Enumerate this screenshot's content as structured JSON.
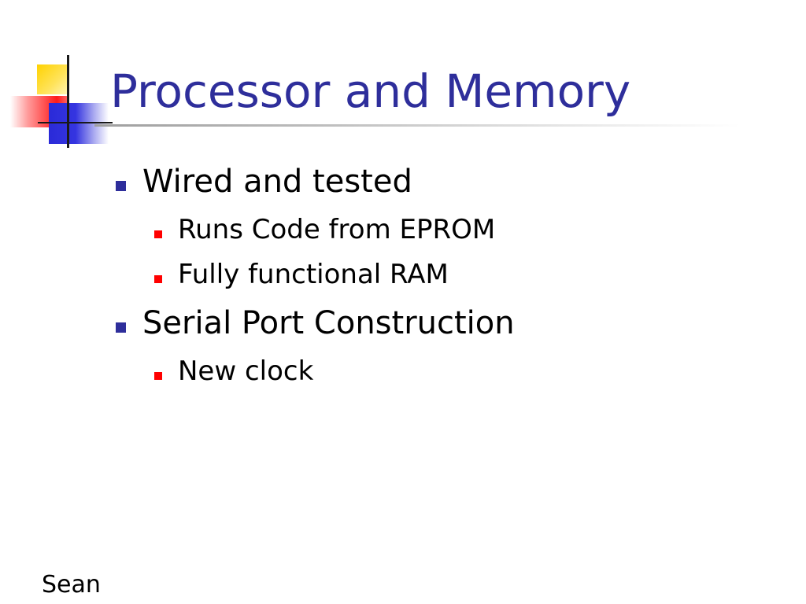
{
  "slide": {
    "title": "Processor and Memory",
    "bullets": [
      {
        "text": "Wired and tested",
        "children": [
          "Runs Code from EPROM",
          "Fully functional RAM"
        ]
      },
      {
        "text": "Serial Port Construction",
        "children": [
          "New clock"
        ]
      }
    ],
    "footer": "Sean"
  },
  "colors": {
    "title": "#2e2e9b",
    "level1_bullet": "#2e2e9b",
    "level2_bullet": "#ff0000",
    "logo_yellow": "#ffd200",
    "logo_red": "#ff1a1a",
    "logo_blue": "#2a2ad8"
  },
  "icons": {
    "level1_bullet": "square-bullet-icon",
    "level2_bullet": "square-bullet-icon",
    "logo": "overlapping-squares-logo-icon"
  }
}
